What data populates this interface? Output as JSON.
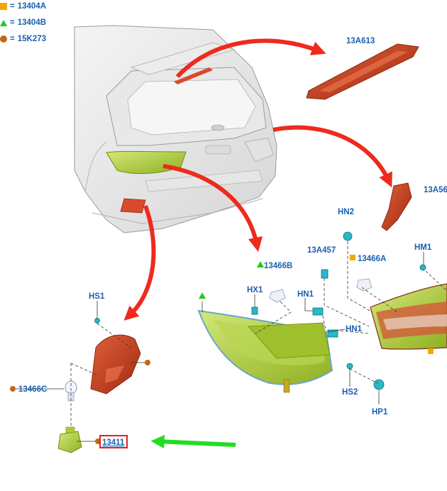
{
  "legend": [
    {
      "symbol": "square",
      "color": "#f5a800",
      "eq": "=",
      "code": "13404A"
    },
    {
      "symbol": "triangle",
      "color": "#22cc22",
      "eq": "=",
      "code": "13404B"
    },
    {
      "symbol": "circle",
      "color": "#c06a10",
      "eq": "=",
      "code": "15K273"
    }
  ],
  "labels": {
    "p13A613": "13A613",
    "p13A56x": "13A56",
    "hn2": "HN2",
    "p13A457": "13A457",
    "p13466A": "13466A",
    "hm1": "HM1",
    "p13466B": "13466B",
    "hx1": "HX1",
    "hn1_a": "HN1",
    "hn1_b": "HN1",
    "hs1": "HS1",
    "hs2": "HS2",
    "hp1": "HP1",
    "p13466C": "13466C",
    "p13411": "13411"
  },
  "colors": {
    "label_blue": "#1a5fb0",
    "arrow_red": "#ee2a1e",
    "arrow_green": "#22dd22",
    "part_red": "#c9421f",
    "lamp_green": "#aacc33",
    "clip_cyan": "#2ab7c7",
    "highlight_box": "#e02020"
  }
}
